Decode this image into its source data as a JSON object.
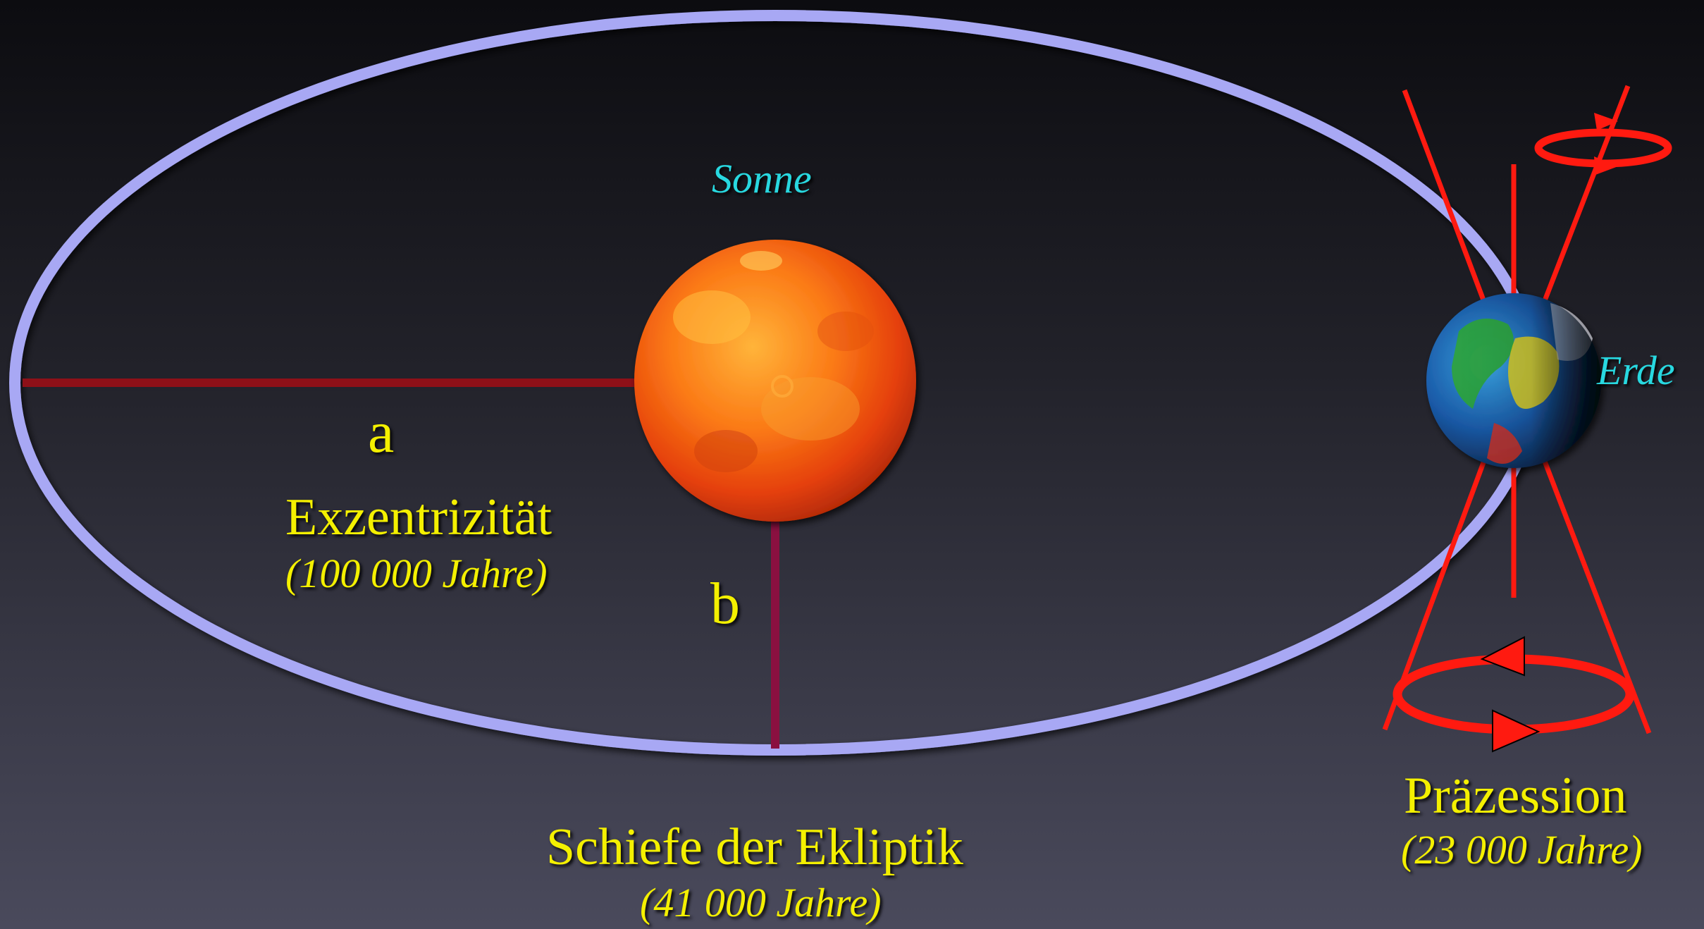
{
  "labels": {
    "sun": "Sonne",
    "earth": "Erde",
    "semi_major_axis": "a",
    "semi_minor_axis": "b",
    "eccentricity": "Exzentrizität",
    "eccentricity_period": "(100 000 Jahre)",
    "obliquity": "Schiefe der Ekliptik",
    "obliquity_period": "(41 000 Jahre)",
    "precession": "Präzession",
    "precession_period": "(23 000 Jahre)"
  },
  "colors": {
    "orbit": "#a8a8f4",
    "axis_a": "#8e1018",
    "axis_b": "#8a1040",
    "precession": "#ff1a10",
    "text_yellow": "#f4f000",
    "text_cyan": "#28d8e0"
  }
}
